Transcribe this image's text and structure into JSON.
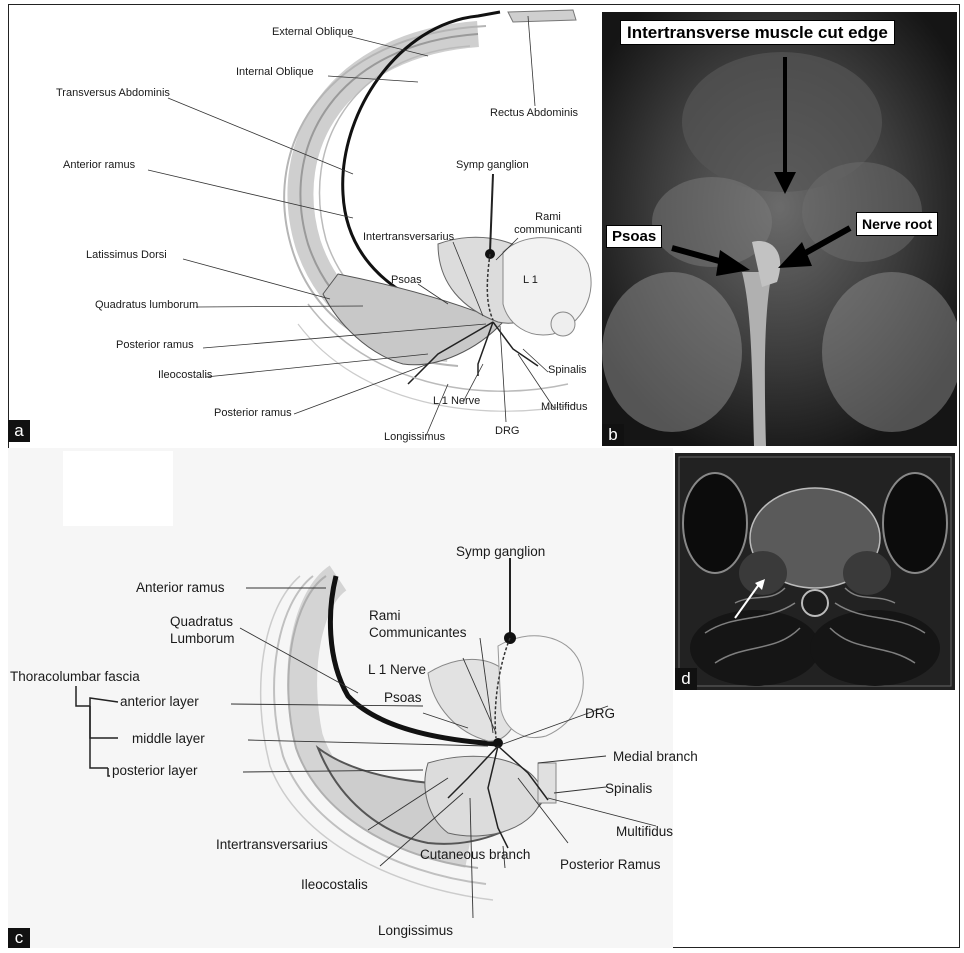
{
  "panels": {
    "a": {
      "tag": "a",
      "labels": {
        "external_oblique": "External Oblique",
        "internal_oblique": "Internal Oblique",
        "transversus_abdominis": "Transversus Abdominis",
        "rectus_abdominis": "Rectus Abdominis",
        "anterior_ramus": "Anterior ramus",
        "symp_ganglion": "Symp ganglion",
        "rami_communicanti": "Rami communicanti",
        "intertransversarius": "Intertransversarius",
        "latissimus_dorsi": "Latissimus Dorsi",
        "psoas": "Psoas",
        "l1": "L 1",
        "quadratus_lumborum": "Quadratus lumborum",
        "posterior_ramus_1": "Posterior ramus",
        "ileocostalis": "Ileocostalis",
        "spinalis": "Spinalis",
        "posterior_ramus_2": "Posterior ramus",
        "l1_nerve": "L 1 Nerve",
        "multifidus": "Multifidus",
        "longissimus": "Longissimus",
        "drg": "DRG"
      }
    },
    "b": {
      "tag": "b",
      "labels": {
        "intertransverse_cut": "Intertransverse muscle cut edge",
        "psoas": "Psoas",
        "nerve_root": "Nerve root"
      }
    },
    "c": {
      "tag": "c",
      "labels": {
        "symp_ganglion": "Symp ganglion",
        "anterior_ramus": "Anterior ramus",
        "rami_communicantes": "Rami Communicantes",
        "quadratus_lumborum": "Quadratus Lumborum",
        "l1_nerve": "L 1 Nerve",
        "thoracolumbar_fascia": "Thoracolumbar fascia",
        "psoas": "Psoas",
        "anterior_layer": "anterior layer",
        "drg": "DRG",
        "middle_layer": "middle layer",
        "medial_branch": "Medial branch",
        "posterior_layer": "posterior layer",
        "spinalis": "Spinalis",
        "multifidus": "Multifidus",
        "intertransversarius": "Intertransversarius",
        "cutaneous_branch": "Cutaneous branch",
        "posterior_ramus": "Posterior Ramus",
        "ileocostalis": "Ileocostalis",
        "longissimus": "Longissimus"
      }
    },
    "d": {
      "tag": "d"
    }
  }
}
